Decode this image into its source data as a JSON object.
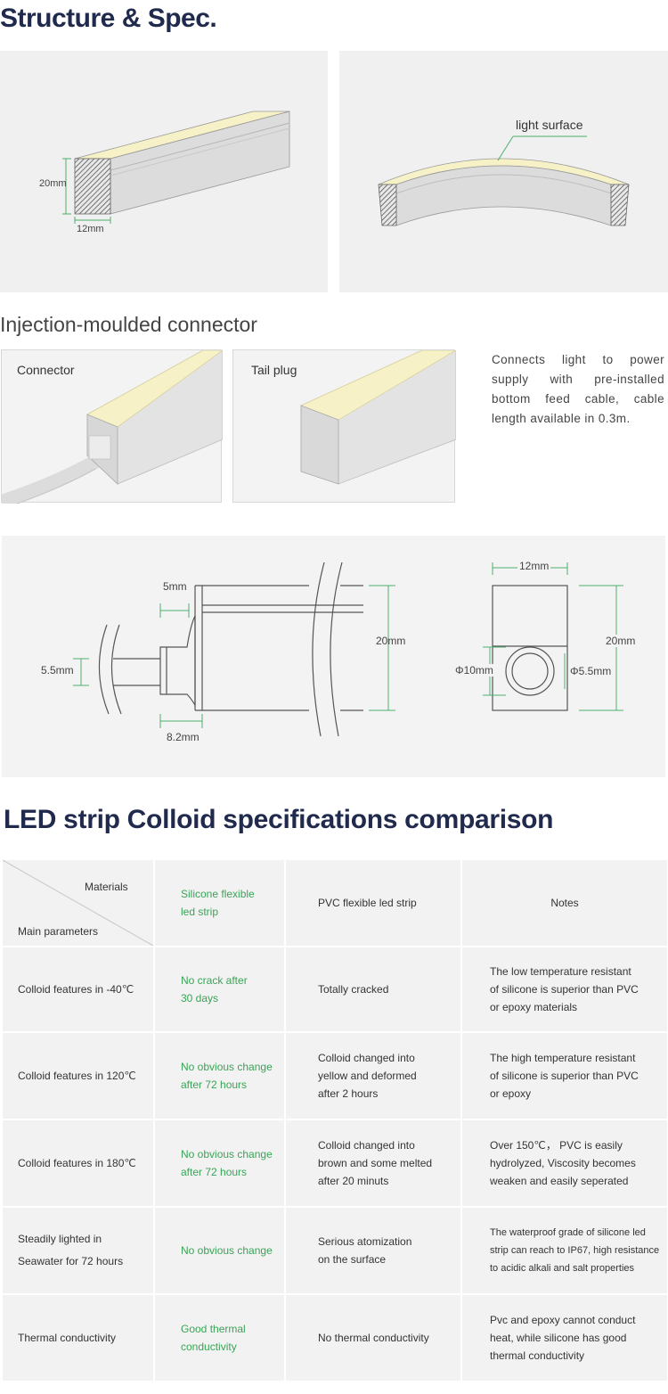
{
  "structure": {
    "title": "Structure & Spec.",
    "dim_height": "20mm",
    "dim_width": "12mm",
    "light_surface_label": "light surface"
  },
  "connector_section": {
    "title": "Injection-moulded connector",
    "connector_label": "Connector",
    "tail_plug_label": "Tail plug",
    "description": "Connects light to power supply with pre-installed bottom feed cable, cable length available in 0.3m."
  },
  "drawing": {
    "dim_5mm": "5mm",
    "dim_5_5mm": "5.5mm",
    "dim_20mm_left": "20mm",
    "dim_8_2mm": "8.2mm",
    "dim_12mm": "12mm",
    "dim_20mm_right": "20mm",
    "dim_phi10": "Φ10mm",
    "dim_phi5_5": "Φ5.5mm"
  },
  "comparison": {
    "title": "LED strip Colloid specifications comparison",
    "header": {
      "materials": "Materials",
      "main_parameters": "Main parameters",
      "silicone": "Silicone flexible\nled strip",
      "pvc": "PVC flexible led strip",
      "notes": "Notes"
    },
    "rows": [
      {
        "param": "Colloid features in -40℃",
        "silicone": "No crack after\n30 days",
        "pvc": "Totally cracked",
        "notes": "The low temperature resistant\nof silicone is superior than PVC\nor epoxy materials"
      },
      {
        "param": "Colloid features in 120℃",
        "silicone": "No obvious change\nafter 72 hours",
        "pvc": "Colloid changed into\nyellow and deformed\nafter 2 hours",
        "notes": "The high temperature resistant\nof silicone is superior than  PVC\nor epoxy"
      },
      {
        "param": "Colloid features in 180℃",
        "silicone": "No obvious change\nafter 72 hours",
        "pvc": "Colloid changed into\nbrown and some melted\nafter 20 minuts",
        "notes": "Over 150℃， PVC is easily\nhydrolyzed, Viscosity becomes\nweaken and easily seperated"
      },
      {
        "param": "Steadily lighted in\nSeawater for 72 hours",
        "silicone": "No obvious change",
        "pvc": "Serious atomization\non the surface",
        "notes": "The waterproof grade of silicone led\nstrip can reach to IP67, high resistance\nto acidic alkali and salt properties"
      },
      {
        "param": "Thermal conductivity",
        "silicone": "Good thermal\nconductivity",
        "pvc": "No thermal conductivity",
        "notes": "Pvc and epoxy cannot conduct\nheat, while silicone has good\nthermal conductivity"
      }
    ]
  }
}
